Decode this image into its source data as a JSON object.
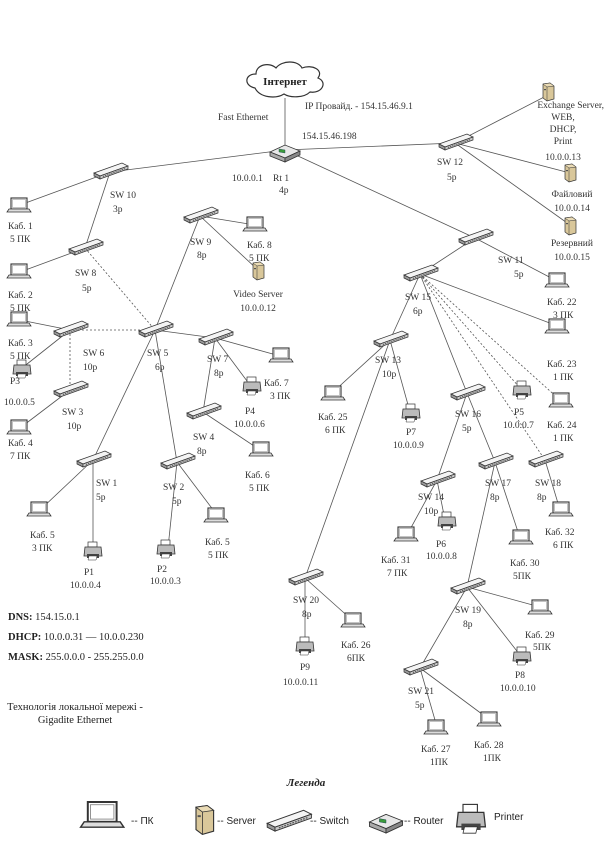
{
  "internet": {
    "label": "Інтернет"
  },
  "links": {
    "fast_ethernet": "Fast Ethernet",
    "ip_provider": "IP Провайд. - 154.15.46.9.1",
    "router_wan_ip": "154.15.46.198"
  },
  "router": {
    "name": "Rt 1",
    "ip": "10.0.0.1",
    "ports": "4p"
  },
  "switches": {
    "sw10": {
      "name": "SW 10",
      "ports": "3p"
    },
    "sw12": {
      "name": "SW 12",
      "ports": "5p"
    },
    "sw9": {
      "name": "SW 9",
      "ports": "8p"
    },
    "sw8": {
      "name": "SW 8",
      "ports": "5p"
    },
    "sw6": {
      "name": "SW 6",
      "ports": "10p"
    },
    "sw5": {
      "name": "SW 5",
      "ports": "6p"
    },
    "sw7": {
      "name": "SW 7",
      "ports": "8p"
    },
    "sw3": {
      "name": "SW 3",
      "ports": "10p"
    },
    "sw4": {
      "name": "SW 4",
      "ports": "8p"
    },
    "sw1": {
      "name": "SW 1",
      "ports": "5p"
    },
    "sw2": {
      "name": "SW 2",
      "ports": "5p"
    },
    "sw11": {
      "name": "SW 11",
      "ports": "5p"
    },
    "sw15": {
      "name": "SW 15",
      "ports": "6p"
    },
    "sw13": {
      "name": "SW 13",
      "ports": "10p"
    },
    "sw16": {
      "name": "SW 16",
      "ports": "5p"
    },
    "sw14": {
      "name": "SW 14",
      "ports": "10p"
    },
    "sw17": {
      "name": "SW 17",
      "ports": "8p"
    },
    "sw18": {
      "name": "SW 18",
      "ports": "8p"
    },
    "sw19": {
      "name": "SW 19",
      "ports": "8p"
    },
    "sw20": {
      "name": "SW 20",
      "ports": "8p"
    },
    "sw21": {
      "name": "SW 21",
      "ports": "5p"
    }
  },
  "servers": {
    "exchange": {
      "l1": "Exchange Server,",
      "l2": "WEB,",
      "l3": "DHCP,",
      "l4": "Print",
      "ip": "10.0.0.13"
    },
    "file": {
      "l1": "Файловий",
      "ip": "10.0.0.14"
    },
    "reserve": {
      "l1": "Резервний",
      "ip": "10.0.0.15"
    },
    "video": {
      "l1": "Video Server",
      "ip": "10.0.0.12"
    }
  },
  "rooms": {
    "k1": {
      "name": "Каб. 1",
      "pcs": "5 ПК"
    },
    "k2": {
      "name": "Каб. 2",
      "pcs": "5 ПК"
    },
    "k3": {
      "name": "Каб. 3",
      "pcs": "5 ПК"
    },
    "k4": {
      "name": "Каб. 4",
      "pcs": "7 ПК"
    },
    "k5a": {
      "name": "Каб. 5",
      "pcs": "3 ПК"
    },
    "k5b": {
      "name": "Каб. 5",
      "pcs": "5 ПК"
    },
    "k6": {
      "name": "Каб. 6",
      "pcs": "5 ПК"
    },
    "k7": {
      "name": "Каб. 7",
      "pcs": "3 ПК"
    },
    "k8": {
      "name": "Каб. 8",
      "pcs": "5 ПК"
    },
    "k22": {
      "name": "Каб. 22",
      "pcs": "3 ПК"
    },
    "k23": {
      "name": "Каб. 23",
      "pcs": "1 ПК"
    },
    "k24": {
      "name": "Каб. 24",
      "pcs": "1 ПК"
    },
    "k25": {
      "name": "Каб. 25",
      "pcs": "6 ПК"
    },
    "k26": {
      "name": "Каб. 26",
      "pcs": "6ПК"
    },
    "k27": {
      "name": "Каб. 27",
      "pcs": "1ПК"
    },
    "k28": {
      "name": "Каб. 28",
      "pcs": "1ПК"
    },
    "k29": {
      "name": "Каб. 29",
      "pcs": "5ПК"
    },
    "k30": {
      "name": "Каб. 30",
      "pcs": "5ПК"
    },
    "k31": {
      "name": "Каб. 31",
      "pcs": "7 ПК"
    },
    "k32": {
      "name": "Каб. 32",
      "pcs": "6 ПК"
    }
  },
  "printers": {
    "p1": {
      "name": "P1",
      "ip": "10.0.0.4"
    },
    "p2": {
      "name": "P2",
      "ip": "10.0.0.3"
    },
    "p3": {
      "name": "P3",
      "ip": "10.0.0.5"
    },
    "p4": {
      "name": "P4",
      "ip": "10.0.0.6"
    },
    "p5": {
      "name": "P5",
      "ip": "10.0.0.7"
    },
    "p6": {
      "name": "P6",
      "ip": "10.0.0.8"
    },
    "p7": {
      "name": "P7",
      "ip": "10.0.0.9"
    },
    "p8": {
      "name": "P8",
      "ip": "10.0.0.10"
    },
    "p9": {
      "name": "P9",
      "ip": "10.0.0.11"
    }
  },
  "info": {
    "dns_label": "DNS:",
    "dns_value": "154.15.0.1",
    "dhcp_label": "DHCP:",
    "dhcp_value": "10.0.0.31 — 10.0.0.230",
    "mask_label": "MASK:",
    "mask_value": "255.0.0.0 - 255.255.0.0",
    "tech_l1": "Технологія локальної мережі -",
    "tech_l2": "Gigadite Ethernet"
  },
  "legend": {
    "title": "Легенда",
    "pc": "-- ПК",
    "server": "-- Server",
    "switch": "-- Switch",
    "router": "-- Router",
    "printer": "Printer"
  }
}
